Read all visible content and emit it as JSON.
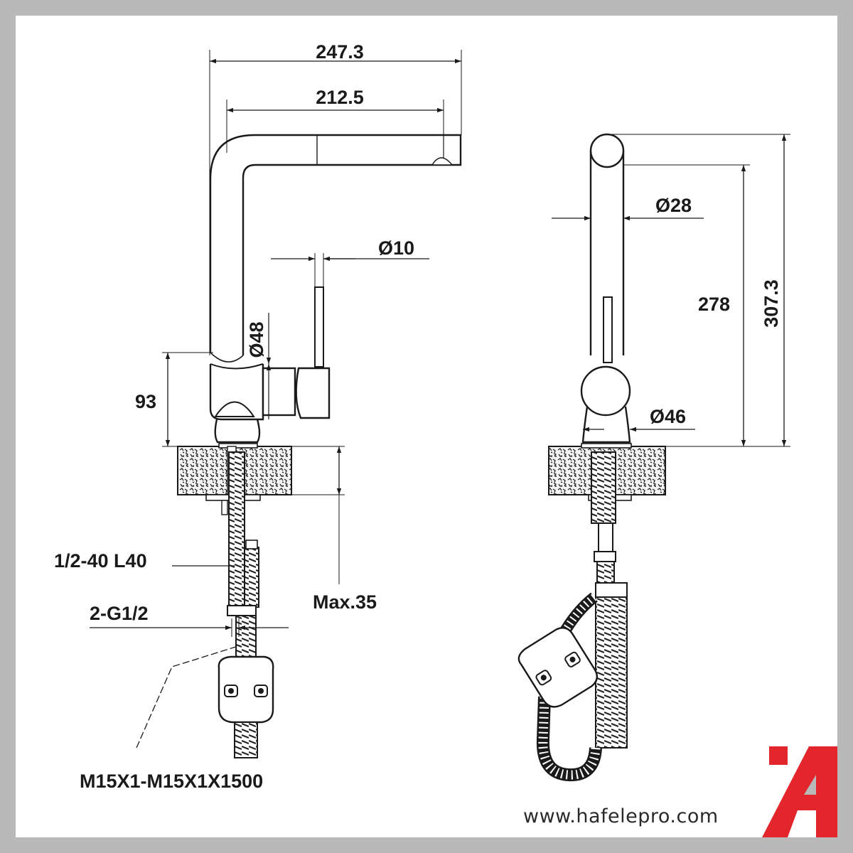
{
  "dimensions": {
    "width_overall": "247.3",
    "width_spout": "212.5",
    "diameter_handle": "Ø10",
    "diameter_body": "Ø48",
    "height_base": "93",
    "thread_1": "1/2-40  L40",
    "thread_2": "2-G1/2",
    "max_thickness": "Max.35",
    "hose_spec": "M15X1-M15X1X1500",
    "diameter_spout": "Ø28",
    "height_spout": "278",
    "height_overall": "307.3",
    "diameter_base": "Ø46"
  },
  "brand": {
    "website": "www.hafelepro.com",
    "accent_color": "#e3262b",
    "logo": "hafele-a-logo-icon"
  }
}
